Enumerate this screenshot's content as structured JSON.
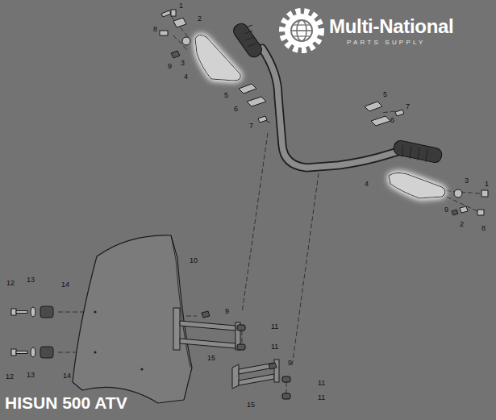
{
  "diagram": {
    "title": "HISUN 500 ATV",
    "labels": [
      "Multi-National",
      "PARTS SUPPLY",
      "1",
      "2",
      "8",
      "3",
      "9",
      "4",
      "5",
      "6",
      "7",
      "5",
      "7",
      "6",
      "4",
      "3",
      "1",
      "9",
      "2",
      "8",
      "10",
      "12",
      "13",
      "14",
      "9",
      "11",
      "11",
      "15",
      "12",
      "13",
      "14",
      "9",
      "11",
      "11",
      "15"
    ]
  }
}
